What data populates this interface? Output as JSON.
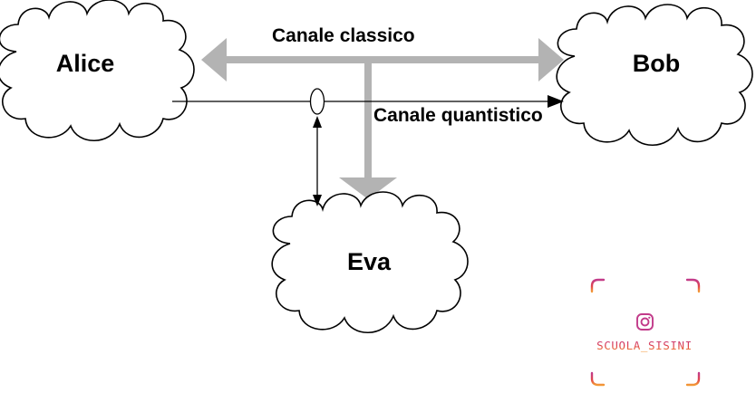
{
  "nodes": {
    "alice": "Alice",
    "bob": "Bob",
    "eva": "Eva"
  },
  "edges": {
    "classic": "Canale classico",
    "quantum": "Canale quantistico"
  },
  "watermark": {
    "handle": "SCUOLA_SISINI",
    "icon": "instagram-icon",
    "gradient": [
      "#c23b8a",
      "#e0444c",
      "#f39a36"
    ]
  },
  "colors": {
    "classic_channel": "#b3b3b3",
    "quantum_channel": "#000000",
    "cloud_fill": "#ffffff",
    "cloud_stroke": "#000000"
  }
}
